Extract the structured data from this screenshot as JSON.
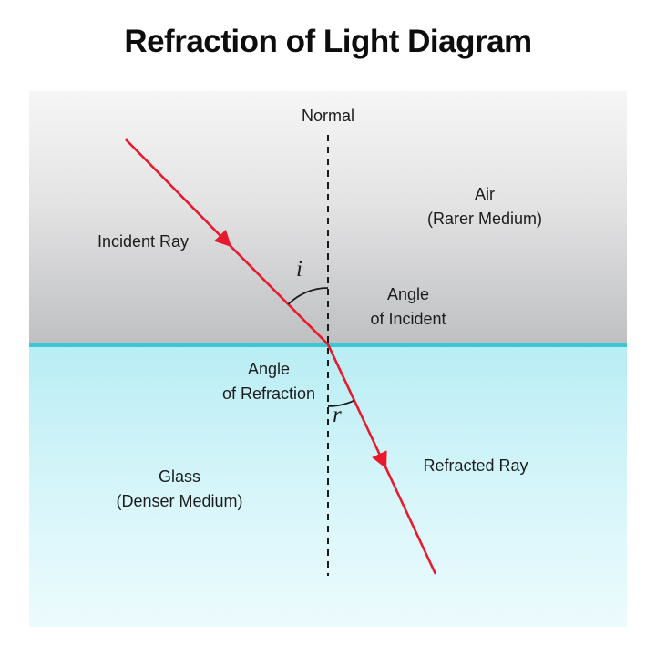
{
  "title": "Refraction of Light Diagram",
  "diagram": {
    "normal_label": "Normal",
    "incident_ray_label": "Incident Ray",
    "air_label": [
      "Air",
      "(Rarer Medium)"
    ],
    "angle_i_symbol": "i",
    "angle_incident_label": [
      "Angle",
      "of Incident"
    ],
    "angle_refraction_label": [
      "Angle",
      "of Refraction"
    ],
    "angle_r_symbol": "r",
    "refracted_ray_label": "Refracted Ray",
    "glass_label": [
      "Glass",
      "(Denser Medium)"
    ]
  },
  "colors": {
    "ray": "#e8192c",
    "interface": "#3cc7d2",
    "normal_line": "#1a1a1a",
    "arc_line": "#1a1a1a",
    "air_gradient_top": "#f6f6f6",
    "air_gradient_bottom": "#bfc0c2",
    "glass_gradient_top": "#b9edf4",
    "glass_gradient_bottom": "#ecfbfd",
    "text": "#1c1c1c",
    "title_text": "#0d0d0d"
  }
}
